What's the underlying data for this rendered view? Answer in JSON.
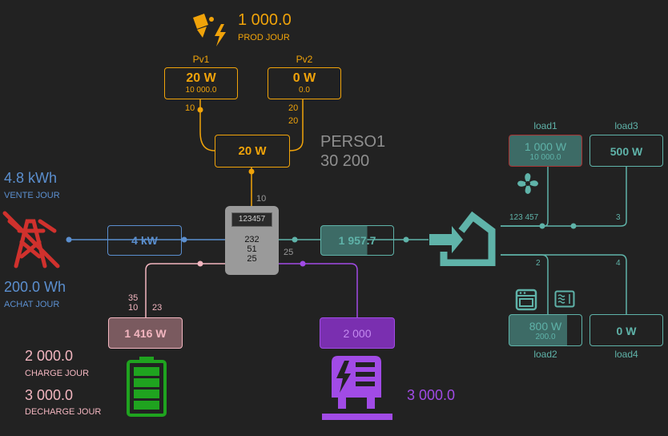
{
  "production": {
    "value": "1 000.0",
    "label": "PROD JOUR",
    "icon": "solar-panel-icon",
    "pv1": {
      "name": "Pv1",
      "power": "20 W",
      "sub": "10 000.0",
      "flow": "10"
    },
    "pv2": {
      "name": "Pv2",
      "power": "0 W",
      "sub": "0.0",
      "flow1": "20",
      "flow2": "20"
    },
    "total": {
      "power": "20 W"
    }
  },
  "inverter": {
    "id": "123457",
    "lines": [
      "232",
      "51",
      "25"
    ],
    "pv_flow": "10",
    "grid_flow": "25",
    "title": "PERSO1",
    "value": "30 200"
  },
  "grid": {
    "sell_value": "4.8 kWh",
    "sell_label": "VENTE JOUR",
    "buy_value": "200.0 Wh",
    "buy_label": "ACHAT JOUR",
    "power": "4 kW",
    "icon": "power-tower-icon"
  },
  "load": {
    "power": "1 957.7",
    "icon": "house-arrow-icon",
    "load1": {
      "name": "load1",
      "power": "1 000 W",
      "sub": "10 000.0",
      "flow": "123 457",
      "icon": "fan-icon"
    },
    "load2": {
      "name": "load2",
      "power": "800 W",
      "sub": "200.0",
      "flow": "2",
      "icons": [
        "oven-icon",
        "microwave-icon"
      ]
    },
    "load3": {
      "name": "load3",
      "power": "500 W",
      "flow": "3"
    },
    "load4": {
      "name": "load4",
      "power": "0 W",
      "flow": "4"
    }
  },
  "battery": {
    "power": "1 416 W",
    "flow_a": "35",
    "flow_b": "10",
    "flow_c": "23",
    "charge_value": "2 000.0",
    "charge_label": "CHARGE JOUR",
    "discharge_value": "3 000.0",
    "discharge_label": "DECHARGE JOUR",
    "icon": "battery-icon",
    "level_percent": 100
  },
  "ev": {
    "power": "2 000",
    "value": "3 000.0",
    "icon": "ev-charger-icon"
  },
  "colors": {
    "background": "#222222",
    "solar": "#f0a30a",
    "grid": "#5b8fcf",
    "grid_icon": "#d0312d",
    "load": "#5fb3a9",
    "battery": "#f3b6c0",
    "battery_icon": "#1fa31f",
    "ev": "#a14be6",
    "inverter": "#999999"
  }
}
